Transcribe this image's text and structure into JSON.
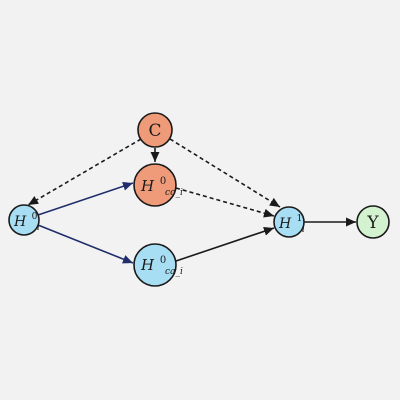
{
  "nodes": {
    "c": {
      "label": "C",
      "color": "#ef9b7a"
    },
    "h_co": {
      "base": "H",
      "sup": "0",
      "sub": "co_i",
      "color": "#ef9b7a"
    },
    "h_i0": {
      "base": "H",
      "sup": "0",
      "sub": "i",
      "color": "#a8def4"
    },
    "h_ca": {
      "base": "H",
      "sup": "0",
      "sub": "ca_i",
      "color": "#a8def4"
    },
    "h_i1": {
      "base": "H",
      "sup": "1",
      "sub": "i",
      "color": "#a8def4"
    },
    "y": {
      "label": "Y",
      "color": "#d3f2cf"
    }
  },
  "colors": {
    "stroke": "#1a1a1a",
    "navy_edge": "#1f2d6b"
  }
}
